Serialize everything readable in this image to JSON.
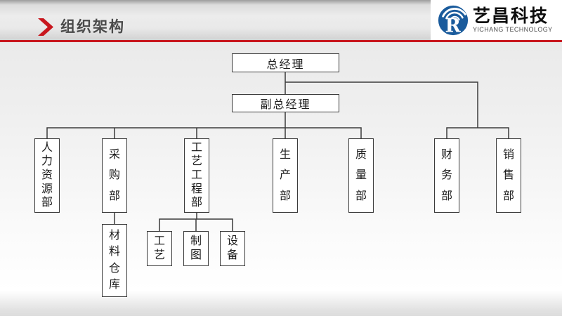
{
  "header": {
    "title": "组织架构",
    "logo": {
      "letter": "R",
      "company_name": "艺昌科技",
      "company_name_en": "YICHANG TECHNOLOGY"
    }
  },
  "colors": {
    "accent_red": "#c8171e",
    "logo_blue": "#1a5b9c",
    "line_gray": "#3b3b3b",
    "title_gray": "#4a4a4a"
  },
  "org_chart": {
    "nodes": [
      {
        "id": "zongjingli",
        "label": "总经理",
        "orientation": "horizontal"
      },
      {
        "id": "fuzongjingli",
        "label": "副总经理",
        "orientation": "horizontal"
      },
      {
        "id": "renliziyuan",
        "label": "人力资源部",
        "orientation": "vertical"
      },
      {
        "id": "caigou",
        "label": "采购部",
        "orientation": "vertical"
      },
      {
        "id": "gongyigongcheng",
        "label": "工艺工程部",
        "orientation": "vertical"
      },
      {
        "id": "shengchan",
        "label": "生产部",
        "orientation": "vertical"
      },
      {
        "id": "zhiliang",
        "label": "质量部",
        "orientation": "vertical"
      },
      {
        "id": "caiwu",
        "label": "财务部",
        "orientation": "vertical"
      },
      {
        "id": "xiaoshou",
        "label": "销售部",
        "orientation": "vertical"
      },
      {
        "id": "cailiaocangku",
        "label": "材料仓库",
        "orientation": "vertical"
      },
      {
        "id": "gongyi",
        "label": "工艺",
        "orientation": "vertical"
      },
      {
        "id": "zhitu",
        "label": "制图",
        "orientation": "vertical"
      },
      {
        "id": "shebei",
        "label": "设备",
        "orientation": "vertical"
      }
    ],
    "hierarchy": [
      {
        "parent": "总经理",
        "children": [
          "副总经理",
          "财务部",
          "销售部"
        ]
      },
      {
        "parent": "副总经理",
        "children": [
          "人力资源部",
          "采购部",
          "工艺工程部",
          "生产部",
          "质量部"
        ]
      },
      {
        "parent": "采购部",
        "children": [
          "材料仓库"
        ]
      },
      {
        "parent": "工艺工程部",
        "children": [
          "工艺",
          "制图",
          "设备"
        ]
      }
    ]
  }
}
